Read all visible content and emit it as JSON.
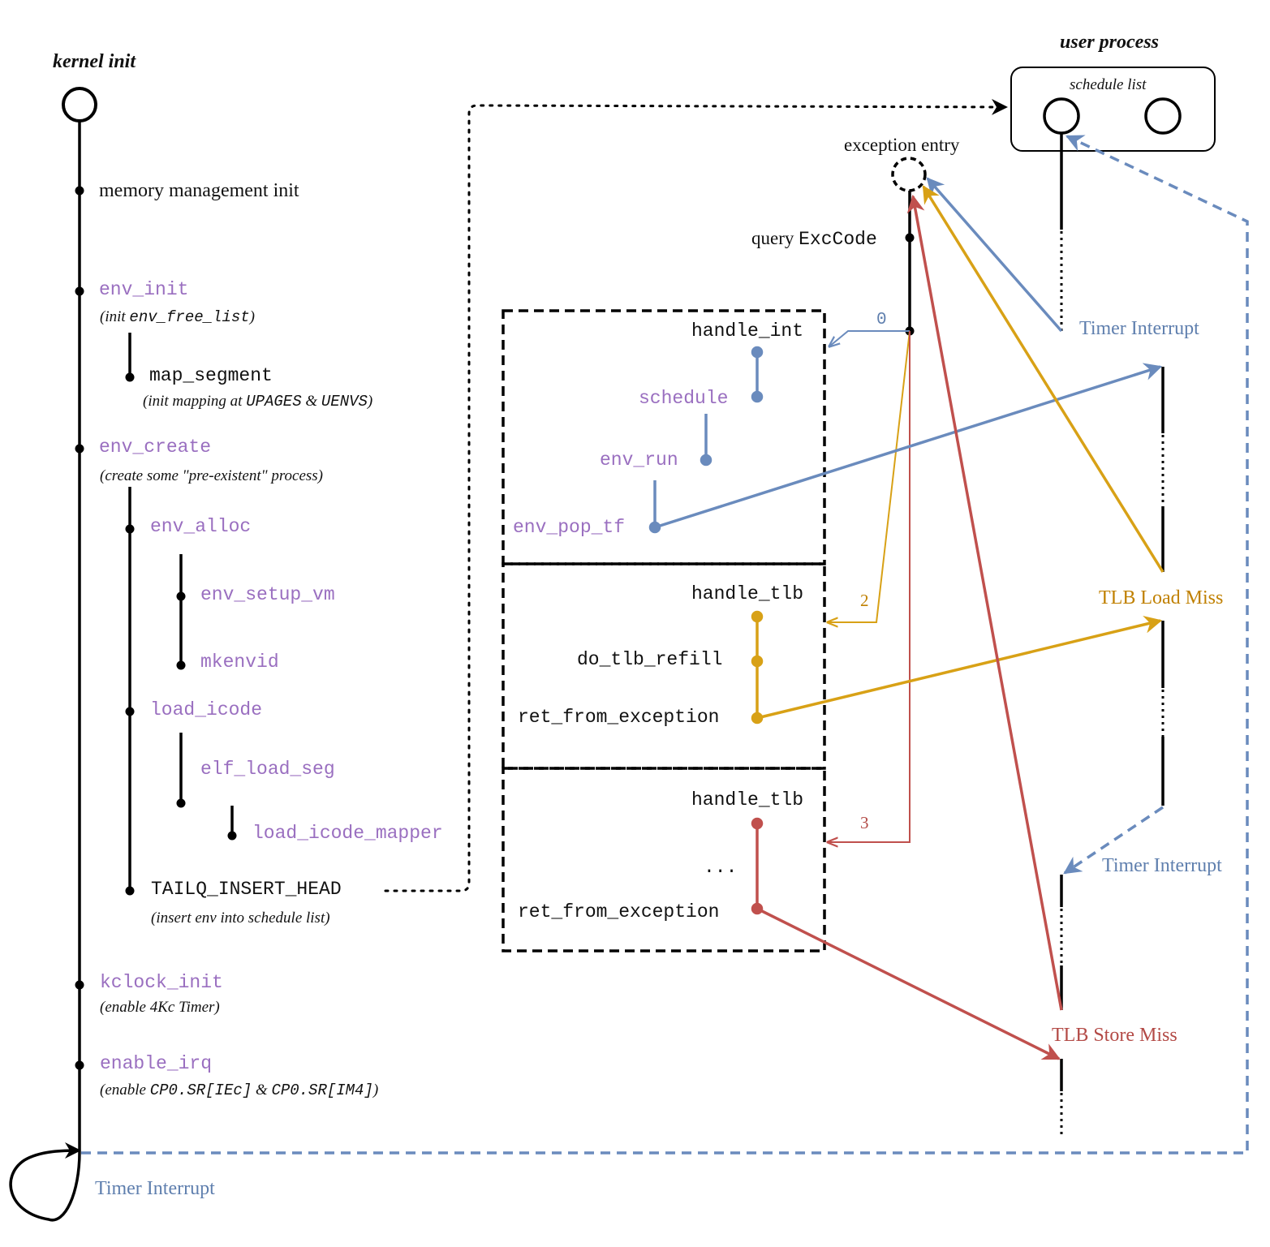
{
  "colors": {
    "black": "#000000",
    "purple_func": "#9a6fc0",
    "blue_timer": "#6a8bbd",
    "gold_tlb_load": "#d8a116",
    "red_tlb_store": "#c0504d"
  },
  "kernel": {
    "title": "kernel init",
    "steps": {
      "mm_init": "memory management init",
      "env_init": "env_init",
      "env_init_note_a": "(init ",
      "env_init_note_code": "env_free_list",
      "env_init_note_b": ")",
      "map_segment": "map_segment",
      "map_segment_note_a": "(init mapping at ",
      "map_segment_note_code1": "UPAGES",
      "map_segment_note_b": " & ",
      "map_segment_note_code2": "UENVS",
      "map_segment_note_c": ")",
      "env_create": "env_create",
      "env_create_note": "(create some \"pre-existent\" process)",
      "env_alloc": "env_alloc",
      "env_setup_vm": "env_setup_vm",
      "mkenvid": "mkenvid",
      "load_icode": "load_icode",
      "elf_load_seg": "elf_load_seg",
      "load_icode_mapper": "load_icode_mapper",
      "tailq_insert_head": "TAILQ_INSERT_HEAD",
      "tailq_note": "(insert env into schedule list)",
      "kclock_init": "kclock_init",
      "kclock_note": "(enable 4Kc Timer)",
      "enable_irq": "enable_irq",
      "enable_irq_note_a": "(enable ",
      "enable_irq_note_code1": "CP0.SR[IEc]",
      "enable_irq_note_b": " & ",
      "enable_irq_note_code2": "CP0.SR[IM4]",
      "enable_irq_note_c": ")"
    },
    "loop_label": "Timer Interrupt"
  },
  "exception": {
    "entry_label": "exception entry",
    "query_a": "query ",
    "query_code": "ExcCode",
    "codes": {
      "int": "0",
      "tlbl": "2",
      "tlbs": "3"
    },
    "box_int": {
      "handler": "handle_int",
      "schedule": "schedule",
      "env_run": "env_run",
      "env_pop_tf": "env_pop_tf"
    },
    "box_tlbl": {
      "handler": "handle_tlb",
      "refill": "do_tlb_refill",
      "ret": "ret_from_exception"
    },
    "box_tlbs": {
      "handler": "handle_tlb",
      "ellipsis": "...",
      "ret": "ret_from_exception"
    }
  },
  "user": {
    "title": "user process",
    "schedule_list": "schedule list",
    "events": {
      "timer_1": "Timer Interrupt",
      "tlb_load_miss": "TLB Load Miss",
      "timer_2": "Timer Interrupt",
      "tlb_store_miss": "TLB Store Miss"
    }
  }
}
